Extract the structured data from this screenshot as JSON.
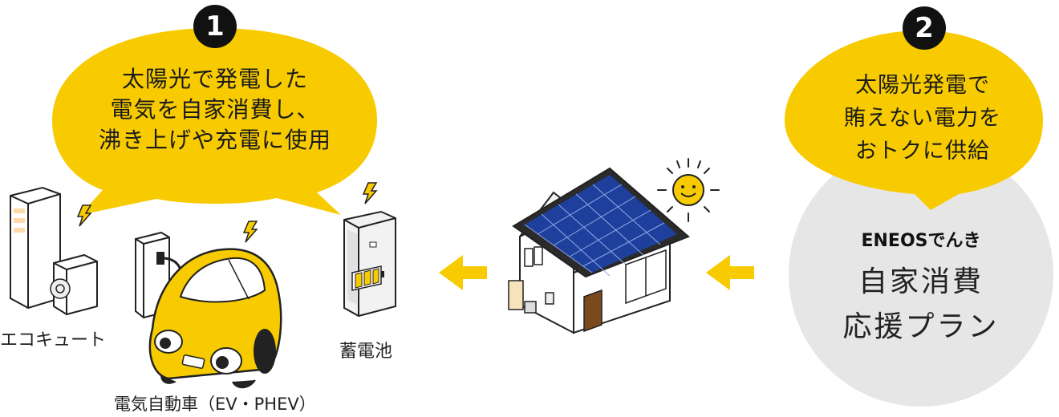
{
  "bubble1": {
    "number": "1",
    "lines": [
      "太陽光で発電した",
      "電気を自家消費し、",
      "沸き上げや充電に使用"
    ]
  },
  "bubble2": {
    "number": "2",
    "lines": [
      "太陽光発電で",
      "賄えない電力を",
      "おトクに供給"
    ]
  },
  "plan": {
    "brand": "ENEOSでんき",
    "line1": "自家消費",
    "line2": "応援プラン"
  },
  "devices": {
    "ecocute": "エコキュート",
    "ev": "電気自動車（EV・PHEV）",
    "battery": "蓄電池"
  },
  "colors": {
    "yellow": "#F7CB00",
    "gray_circle": "#E6E6E6",
    "solar_blue": "#1E3F9B",
    "roof_dark": "#2B2B2B"
  }
}
